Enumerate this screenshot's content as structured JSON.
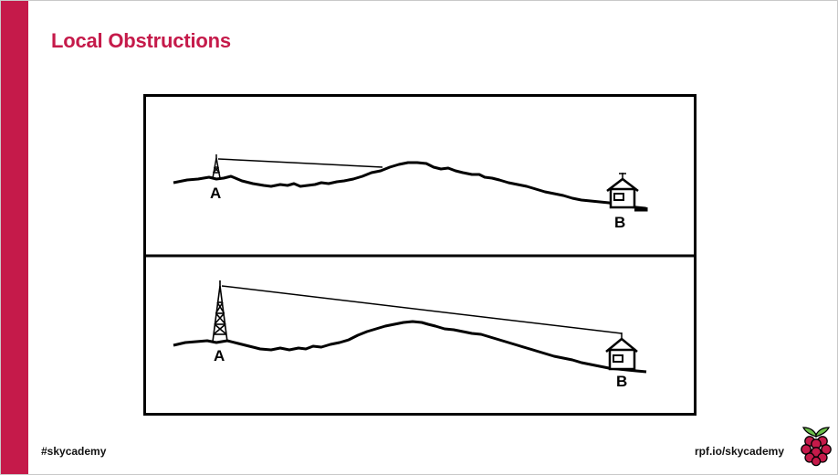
{
  "slide": {
    "title": "Local Obstructions",
    "footer_left": "#skycademy",
    "footer_right": "rpf.io/skycademy"
  },
  "diagram": {
    "top_panel": {
      "transmitter_label": "A",
      "receiver_label": "B"
    },
    "bottom_panel": {
      "transmitter_label": "A",
      "receiver_label": "B"
    }
  },
  "colors": {
    "accent": "#c51a4a",
    "logo_leaf": "#6cc04a",
    "line": "#000000"
  }
}
